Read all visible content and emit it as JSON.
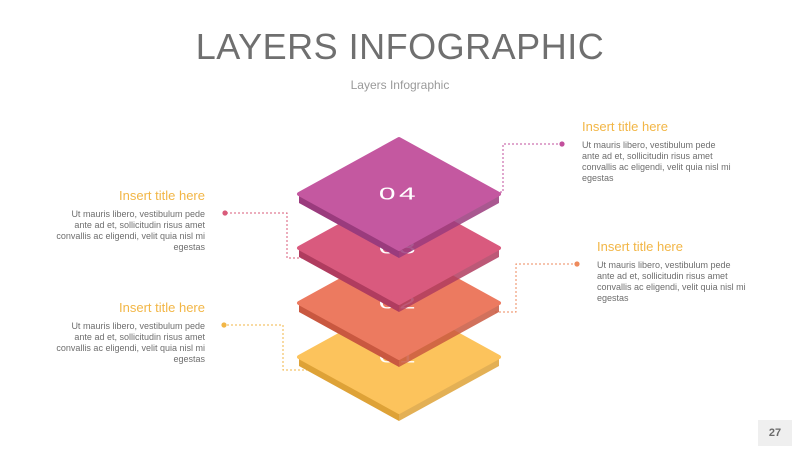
{
  "header": {
    "title": "LAYERS INFOGRAPHIC",
    "subtitle": "Layers Infographic"
  },
  "layers": [
    {
      "label": "01",
      "top": "#fcc35c",
      "side": "#dea237",
      "accent": "#f2b646"
    },
    {
      "label": "02",
      "top": "#ec7a60",
      "side": "#c95840",
      "accent": "#ee8a5c"
    },
    {
      "label": "03",
      "top": "#d95a7e",
      "side": "#b03c5f",
      "accent": "#d95b7a"
    },
    {
      "label": "04",
      "top": "#c458a0",
      "side": "#9a3b7d",
      "accent": "#c24f9c"
    }
  ],
  "callouts": [
    {
      "title": "Insert title here",
      "body": "Ut mauris libero, vestibulum pede ante ad et, sollicitudin risus amet convallis ac eligendi, velit quia nisl mi egestas"
    },
    {
      "title": "Insert title here",
      "body": "Ut mauris libero, vestibulum pede ante ad et, sollicitudin risus amet convallis ac eligendi, velit quia nisl mi egestas"
    },
    {
      "title": "Insert title here",
      "body": "Ut mauris libero, vestibulum pede ante ad et, sollicitudin risus amet convallis ac eligendi, velit quia nisl mi egestas"
    },
    {
      "title": "Insert title here",
      "body": "Ut mauris libero, vestibulum pede ante ad et, sollicitudin risus amet convallis ac eligendi, velit quia nisl mi egestas"
    }
  ],
  "page_number": "27"
}
